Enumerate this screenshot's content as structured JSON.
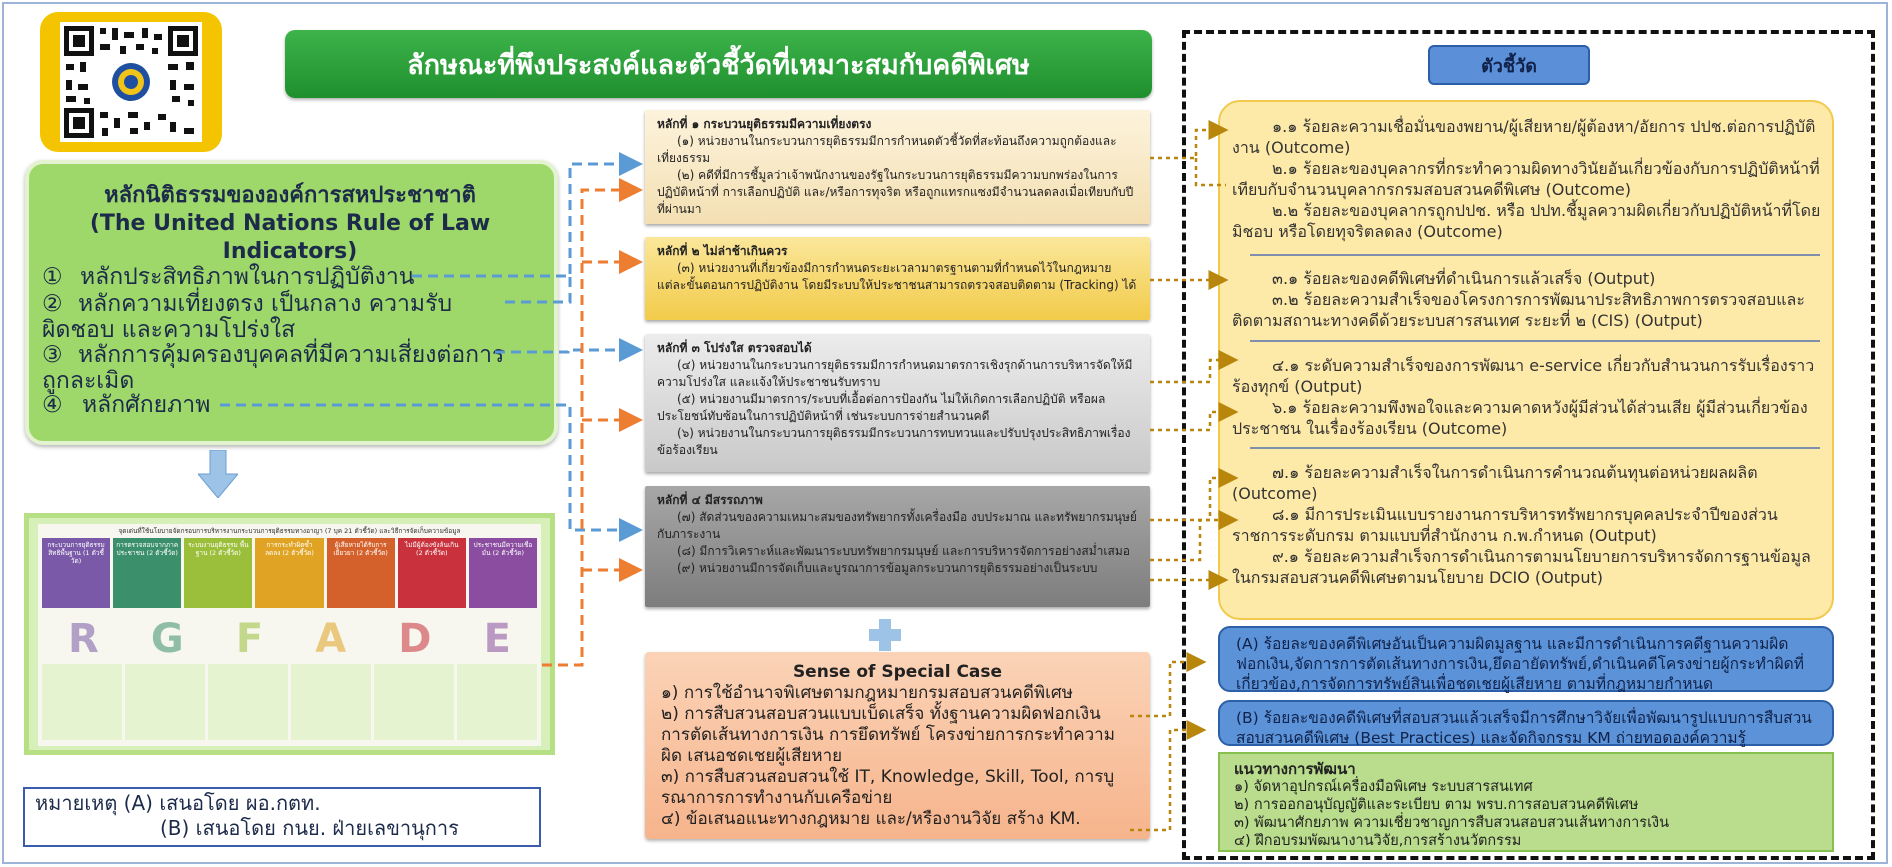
{
  "title": "ลักษณะที่พึงประสงค์และตัวชี้วัดที่เหมาะสมกับคดีพิเศษ",
  "qr_label": "qr-code",
  "un": {
    "title_th": "หลักนิติธรรมขององค์การสหประชาชาติ",
    "title_en": "(The United Nations Rule of Law Indicators)",
    "items": [
      {
        "num": "①",
        "text": "หลักประสิทธิภาพในการปฏิบัติงาน"
      },
      {
        "num": "②",
        "text": "หลักความเที่ยงตรง เป็นกลาง ความรับผิดชอบ และความโปร่งใส"
      },
      {
        "num": "③",
        "text": "หลักการคุ้มครองบุคคลที่มีความเสี่ยงต่อการถูกละเมิด"
      },
      {
        "num": "④",
        "text": "หลักศักยภาพ"
      }
    ]
  },
  "rgfdr": {
    "header": "จุดเด่นที่ใช้นโยบายจัดกรอบการบริหารงานกระบวนการยุติธรรมทางอาญา (7 บุค 21 ตัวชี้วัด) และวิธีการจัดเก็บความข้อมูล",
    "letters": [
      "R",
      "G",
      "F",
      "A",
      "D",
      "E"
    ],
    "columns": [
      {
        "title": "กระบวนการยุติธรรมสิทธิพื้นฐาน (1 ตัวชี้วัด)",
        "color": "#7a5aa8"
      },
      {
        "title": "การตรวจสอบจากภาคประชาชน (2 ตัวชี้วัด)",
        "color": "#3b8f6b"
      },
      {
        "title": "ระบบงานยุติธรรม พื้นฐาน (2 ตัวชี้วัด)",
        "color": "#9cbf3b"
      },
      {
        "title": "การกระทำผิดซ้ำ ลดลง (2 ตัวชี้วัด)",
        "color": "#e0a323"
      },
      {
        "title": "ผู้เสียหายได้รับการเยียวยา (2 ตัวชี้วัด)",
        "color": "#d4612b"
      },
      {
        "title": "ไม่มีผู้ต้องขังล้นเกิน (2 ตัวชี้วัด)",
        "color": "#c9313c"
      },
      {
        "title": "ประชาชนมีความเชื่อมั่น (2 ตัวชี้วัด)",
        "color": "#8a4da0"
      }
    ]
  },
  "note": {
    "line1": "หมายเหตุ (A) เสนอโดย ผอ.กตท.",
    "line2": "(B) เสนอโดย กนย. ฝ่ายเลขานุการ"
  },
  "principles": [
    {
      "title": "หลักที่ ๑ กระบวนยุติธรรมมีความเที่ยงตรง",
      "lines": [
        "(๑) หน่วยงานในกระบวนการยุติธรรมมีการกำหนดตัวชี้วัดที่สะท้อนถึงความถูกต้องและเที่ยงธรรม",
        "(๒) คดีที่มีการชี้มูลว่าเจ้าพนักงานของรัฐในกระบวนการยุติธรรมมีความบกพร่องในการปฏิบัติหน้าที่ การเลือกปฏิบัติ และ/หรือการทุจริต หรือถูกแทรกแซงมีจำนวนลดลงเมื่อเทียบกับปีที่ผ่านมา"
      ]
    },
    {
      "title": "หลักที่ ๒ ไม่ล่าช้าเกินควร",
      "lines": [
        "(๓) หน่วยงานที่เกี่ยวข้องมีการกำหนดระยะเวลามาตรฐานตามที่กำหนดไว้ในกฎหมายแต่ละขั้นตอนการปฏิบัติงาน โดยมีระบบให้ประชาชนสามารถตรวจสอบติดตาม (Tracking) ได้"
      ]
    },
    {
      "title": "หลักที่ ๓ โปร่งใส ตรวจสอบได้",
      "lines": [
        "(๔) หน่วยงานในกระบวนการยุติธรรมมีการกำหนดมาตรการเชิงรุกด้านการบริหารจัดให้มีความโปร่งใส และแจ้งให้ประชาชนรับทราบ",
        "(๕) หน่วยงานมีมาตรการ/ระบบที่เอื้อต่อการป้องกัน ไม่ให้เกิดการเลือกปฏิบัติ หรือผลประโยชน์ทับซ้อนในการปฏิบัติหน้าที่ เช่นระบบการจ่ายสำนวนคดี",
        "(๖) หน่วยงานในกระบวนการยุติธรรมมีกระบวนการทบทวนและปรับปรุงประสิทธิภาพเรื่องข้อร้องเรียน"
      ]
    },
    {
      "title": "หลักที่ ๔ มีสรรถภาพ",
      "lines": [
        "(๗) สัดส่วนของความเหมาะสมของทรัพยากรทั้งเครื่องมือ งบประมาณ และทรัพยากรมนุษย์ กับภาระงาน",
        "(๘) มีการวิเคราะห์และพัฒนาระบบทรัพยากรมนุษย์ และการบริหารจัดการอย่างสม่ำเสมอ",
        "(๙) หน่วยงานมีการจัดเก็บและบูรณาการข้อมูลกระบวนการยุติธรรมอย่างเป็นระบบ"
      ]
    }
  ],
  "sense": {
    "title": "Sense of Special Case",
    "items": [
      "๑) การใช้อำนาจพิเศษตามกฎหมายกรมสอบสวนคดีพิเศษ",
      "๒) การสืบสวนสอบสวนแบบเบ็ดเสร็จ ทั้งฐานความผิดฟอกเงิน การตัดเส้นทางการเงิน การยึดทรัพย์ โครงข่ายการกระทำความผิด เสนอชดเชยผู้เสียหาย",
      "๓) การสืบสวนสอบสวนใช้ IT, Knowledge, Skill, Tool, การบูรณาการการทำงานกับเครือข่าย",
      "๔) ข้อเสนอแนะทางกฎหมาย และ/หรืองานวิจัย สร้าง KM."
    ]
  },
  "kpi": {
    "header": "ตัวชี้วัด",
    "groups": [
      [
        "๑.๑ ร้อยละความเชื่อมั่นของพยาน/ผู้เสียหาย/ผู้ต้องหา/อัยการ ปปช.ต่อการปฏิบัติงาน (Outcome)",
        "๒.๑ ร้อยละของบุคลากรที่กระทำความผิดทางวินัยอันเกี่ยวข้องกับการปฏิบัติหน้าที่เทียบกับจำนวนบุคลากรกรมสอบสวนคดีพิเศษ (Outcome)",
        "๒.๒ ร้อยละของบุคลากรถูกปปช. หรือ ปปท.ชี้มูลความผิดเกี่ยวกับปฏิบัติหน้าที่โดยมิชอบ หรือโดยทุจริตลดลง (Outcome)"
      ],
      [
        "๓.๑ ร้อยละของคดีพิเศษที่ดำเนินการแล้วเสร็จ (Output)",
        "๓.๒ ร้อยละความสำเร็จของโครงการการพัฒนาประสิทธิภาพการตรวจสอบและติดตามสถานะทางคดีด้วยระบบสารสนเทศ ระยะที่ ๒ (CIS) (Output)"
      ],
      [
        "๔.๑ ระดับความสำเร็จของการพัฒนา e-service เกี่ยวกับสำนวนการรับเรื่องราวร้องทุกข์ (Output)",
        "๖.๑ ร้อยละความพึงพอใจและความคาดหวังผู้มีส่วนได้ส่วนเสีย ผู้มีส่วนเกี่ยวข้อง ประชาชน ในเรื่องร้องเรียน (Outcome)"
      ],
      [
        "๗.๑ ร้อยละความสำเร็จในการดำเนินการคำนวณต้นทุนต่อหน่วยผลผลิต (Outcome)",
        "๘.๑ มีการประเมินแบบรายงานการบริหารทรัพยากรบุคคลประจำปีของส่วนราชการระดับกรม ตามแบบที่สำนักงาน ก.พ.กำหนด (Output)",
        "๙.๑ ร้อยละความสำเร็จการดำเนินการตามนโยบายการบริหารจัดการฐานข้อมูลในกรมสอบสวนคดีพิเศษตามนโยบาย DCIO (Output)"
      ]
    ]
  },
  "boxA": "(A) ร้อยละของคดีพิเศษอันเป็นความผิดมูลฐาน และมีการดำเนินการคดีฐานความผิดฟอกเงิน,จัดการการตัดเส้นทางการเงิน,ยึดอายัดทรัพย์,ดำเนินคดีโครงข่ายผู้กระทำผิดที่เกี่ยวข้อง,การจัดการทรัพย์สินเพื่อชดเชยผู้เสียหาย ตามที่กฎหมายกำหนด",
  "boxB": "(B) ร้อยละของคดีพิเศษที่สอบสวนแล้วเสร็จมีการศึกษาวิจัยเพื่อพัฒนารูปแบบการสืบสวนสอบสวนคดีพิเศษ (Best Practices) และจัดกิจกรรม KM ถ่ายทอดองค์ความรู้",
  "development": {
    "title": "แนวทางการพัฒนา",
    "items": [
      "๑) จัดหาอุปกรณ์เครื่องมือพิเศษ ระบบสารสนเทศ",
      "๒) การออกอนุบัญญัติและระเบียบ ตาม พรบ.การสอบสวนคดีพิเศษ",
      "๓) พัฒนาศักยภาพ ความเชี่ยวชาญการสืบสวนสอบสวนเส้นทางการเงิน",
      "๔) ฝึกอบรมพัฒนางานวิจัย,การสร้างนวัตกรรม"
    ]
  },
  "colors": {
    "title_green": "#2ea63d",
    "un_green": "#9fd86a",
    "kpi_yellow": "#fde9a8",
    "box_blue": "#5c93d8",
    "dev_green": "#b9dd8c",
    "arrow_blue": "#5b9bd5",
    "arrow_orange": "#ed7d31",
    "arrow_gold": "#b8860b"
  }
}
